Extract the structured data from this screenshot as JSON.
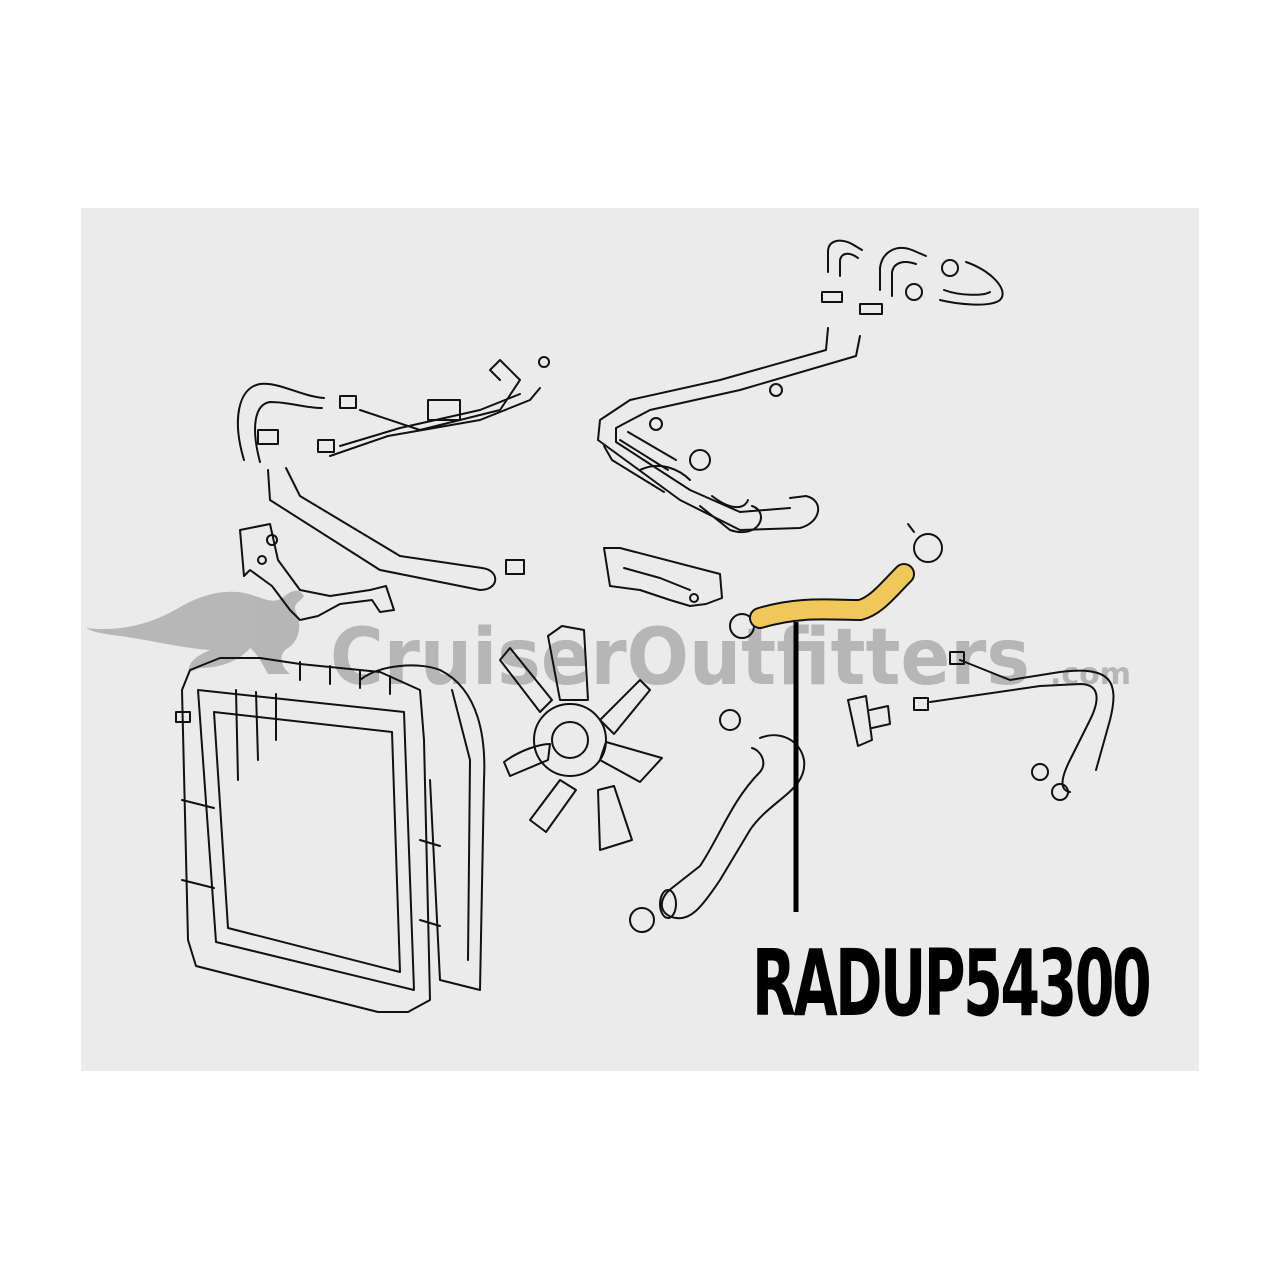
{
  "colors": {
    "panel": "#ebebeb",
    "line": "#111111",
    "highlight": "#f0c85a",
    "watermark": "#8c8c8c"
  },
  "watermark": {
    "brand": "CruiserOutfitters",
    "suffix": ".com",
    "logo": "kangaroo-logo"
  },
  "part_number": "RADUP54300",
  "highlighted_part": "upper-radiator-hose"
}
